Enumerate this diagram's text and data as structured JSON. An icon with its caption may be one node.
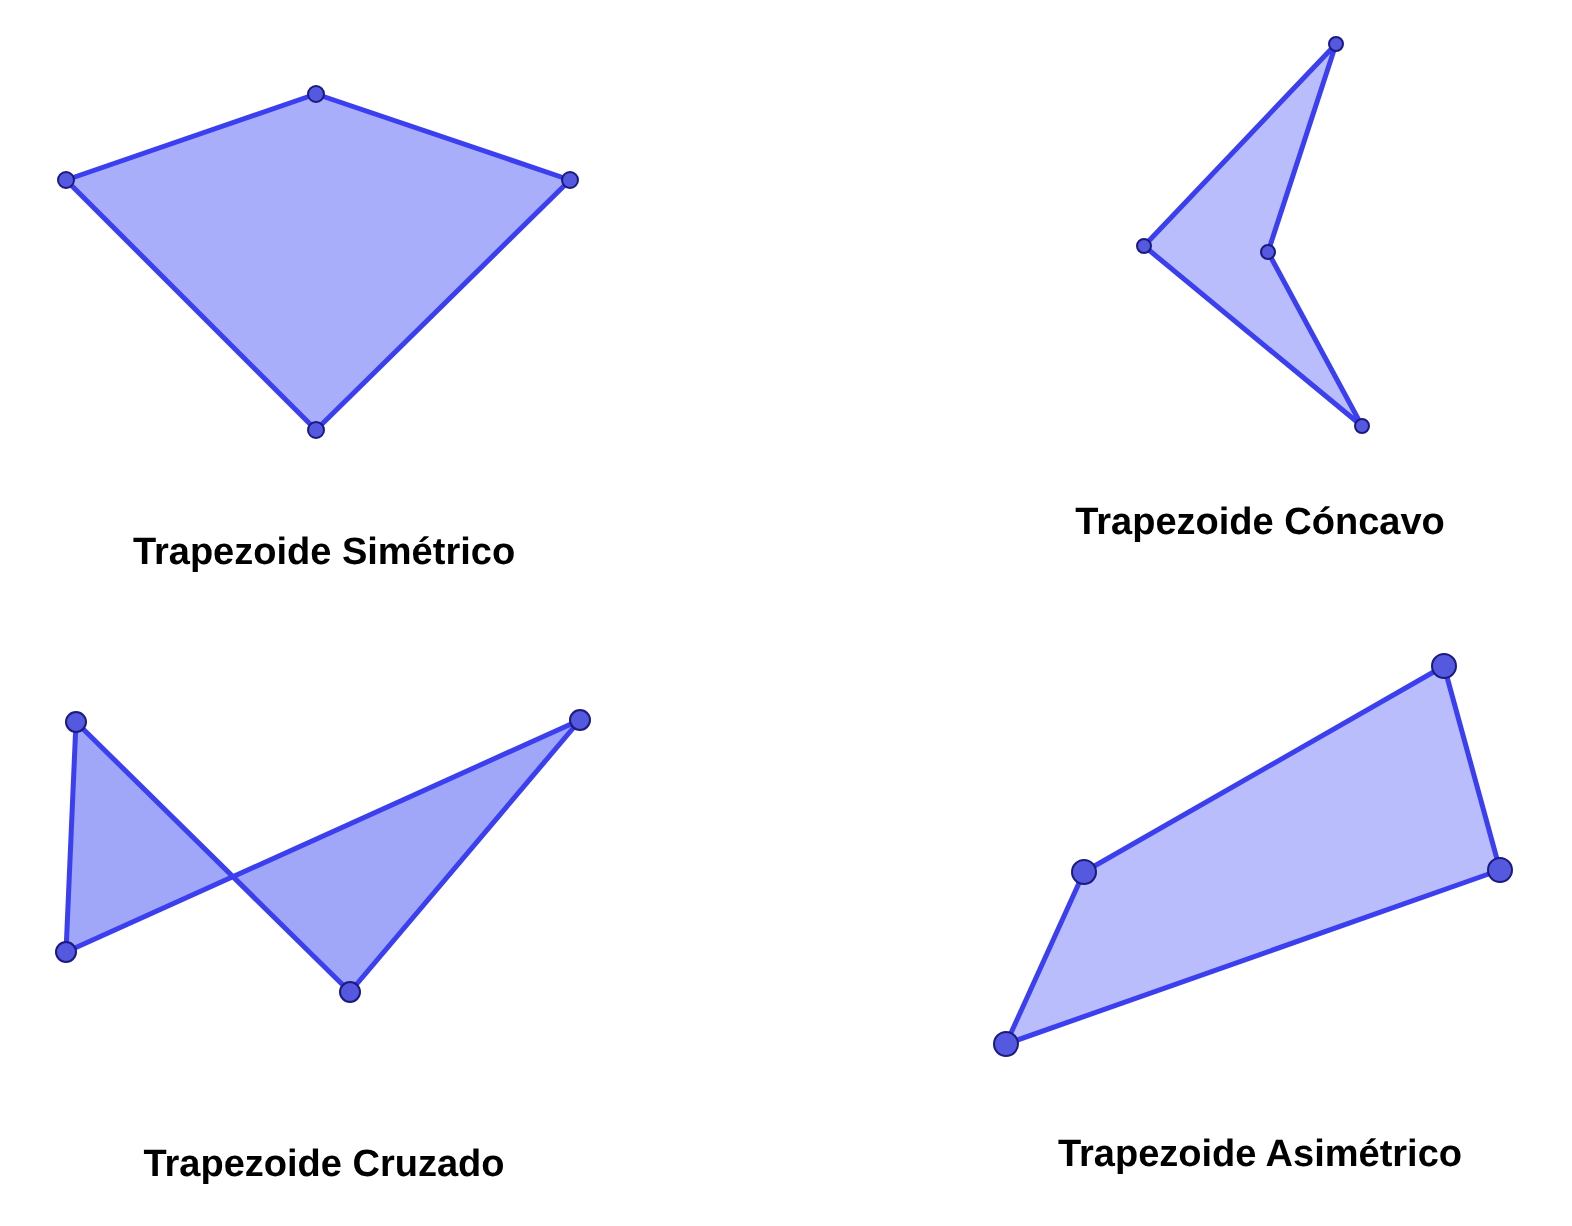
{
  "diagram": {
    "labels": [
      "Trapezoide Simétrico",
      "Trapezoide Cóncavo",
      "Trapezoide Cruzado",
      "Trapezoide Asimétrico"
    ]
  }
}
